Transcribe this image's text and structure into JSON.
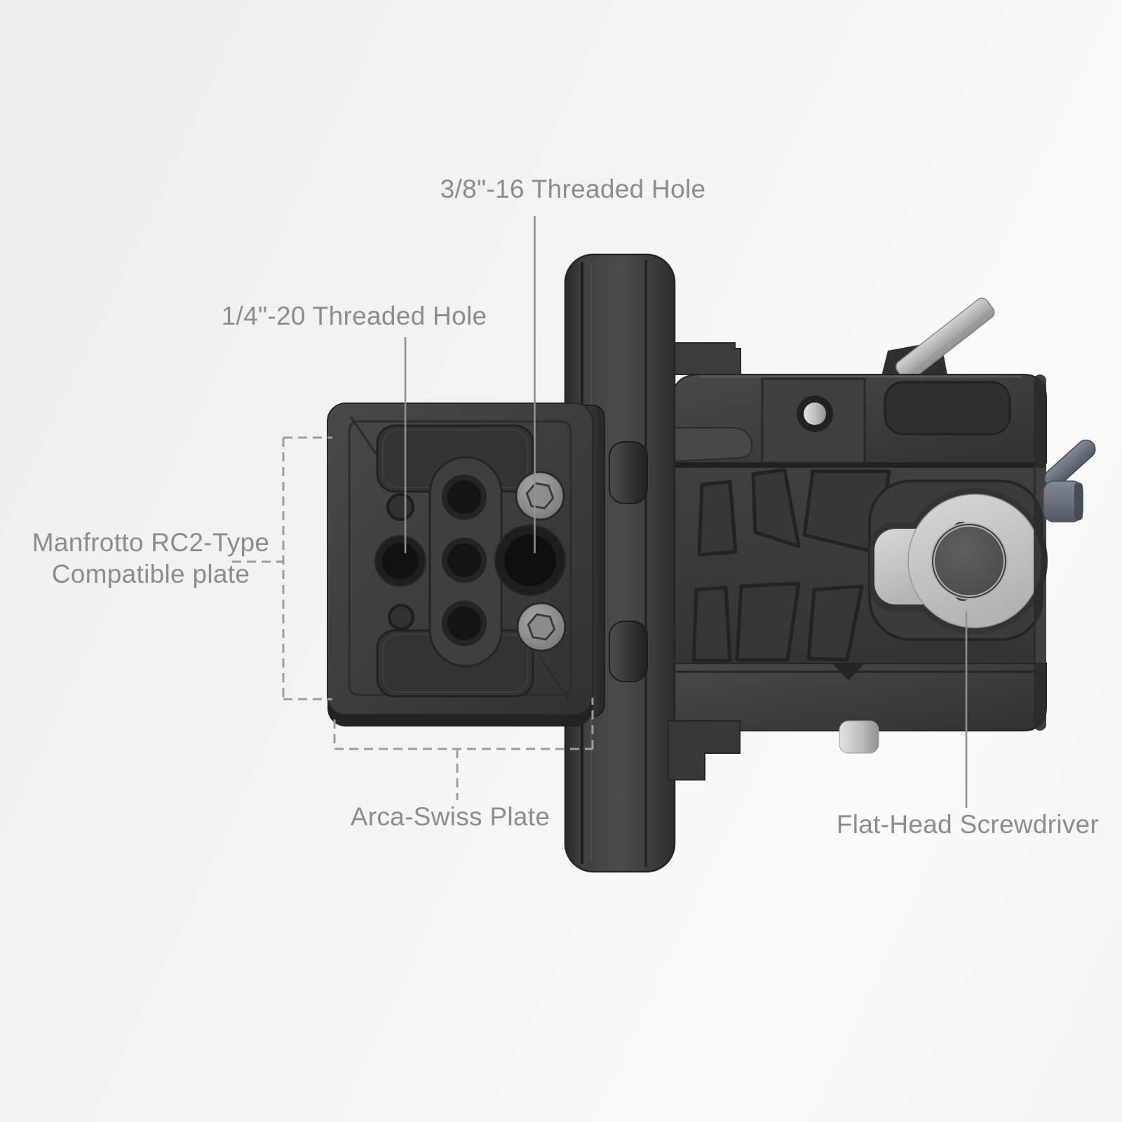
{
  "page": {
    "background_top": "#efeff1",
    "background_bottom": "#fafafb"
  },
  "product": {
    "kind": "quick-release plate assembly (rotatable mount with Arca-Swiss / Manfrotto RC2 plate and clamp)",
    "colors": {
      "body": "#3b3c3e",
      "recess": "#323336",
      "hole": "#141417",
      "outline": "#232426",
      "silver": "#c9cacc",
      "steel_blue": "#67707c",
      "hex_screw": "#8e8f92"
    }
  },
  "annotations": {
    "text_color": "#8b8c8e",
    "leader_color": "#8f9092",
    "dash_color": "#9c9d9f",
    "labels": {
      "hole_38": "3/8\"-16 Threaded Hole",
      "hole_14": "1/4\"-20 Threaded Hole",
      "manfrotto_line1": "Manfrotto RC2-Type",
      "manfrotto_line2": "Compatible plate",
      "arca": "Arca-Swiss Plate",
      "screwdriver": "Flat-Head Screwdriver"
    }
  }
}
